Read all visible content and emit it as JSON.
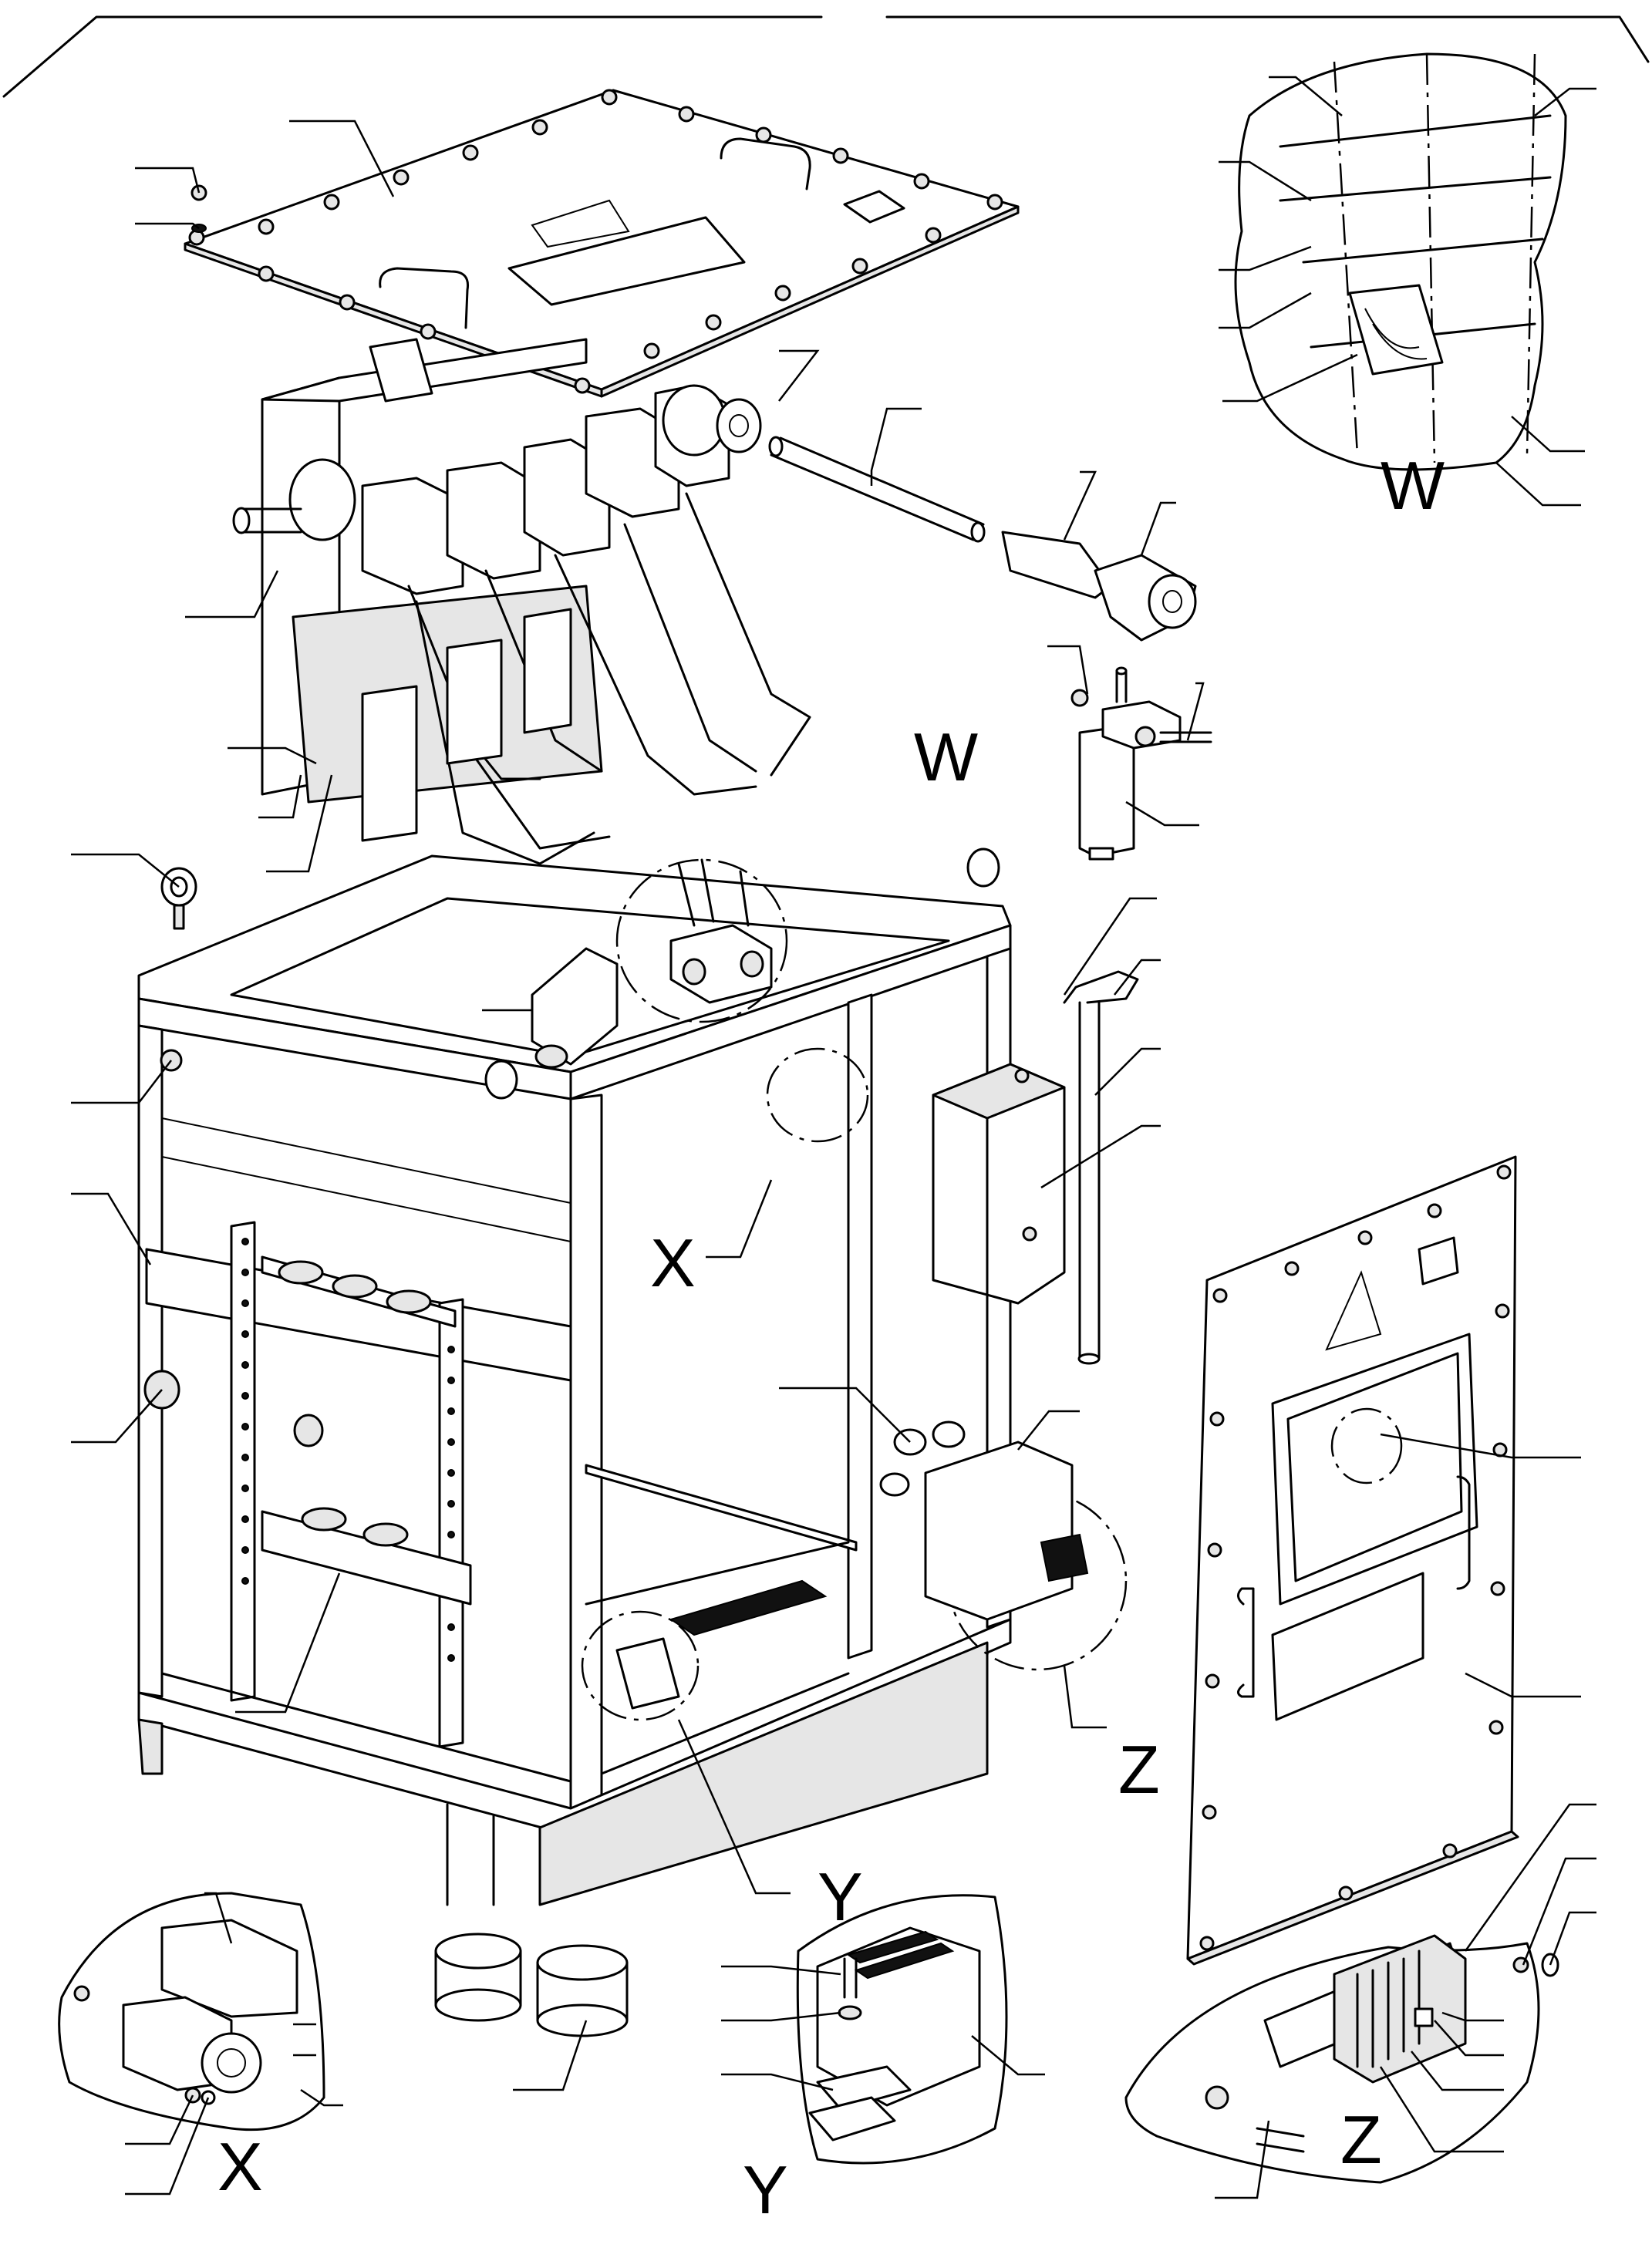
{
  "detail_labels": {
    "w_main": "W",
    "w_detail": "W",
    "x_main": "X",
    "x_detail": "X",
    "y_main": "Y",
    "y_detail": "Y",
    "z_main": "Z",
    "z_detail": "Z"
  }
}
